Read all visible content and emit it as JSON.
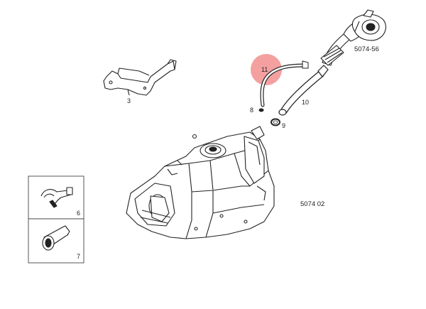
{
  "diagram": {
    "callouts": {
      "c3": "3",
      "c6": "6",
      "c7": "7",
      "c8": "8",
      "c9": "9",
      "c10": "10",
      "c11": "11"
    },
    "refs": {
      "tank_ref": "5074 02",
      "filler_ref": "5074-56"
    },
    "highlight_color": "#f08080"
  }
}
